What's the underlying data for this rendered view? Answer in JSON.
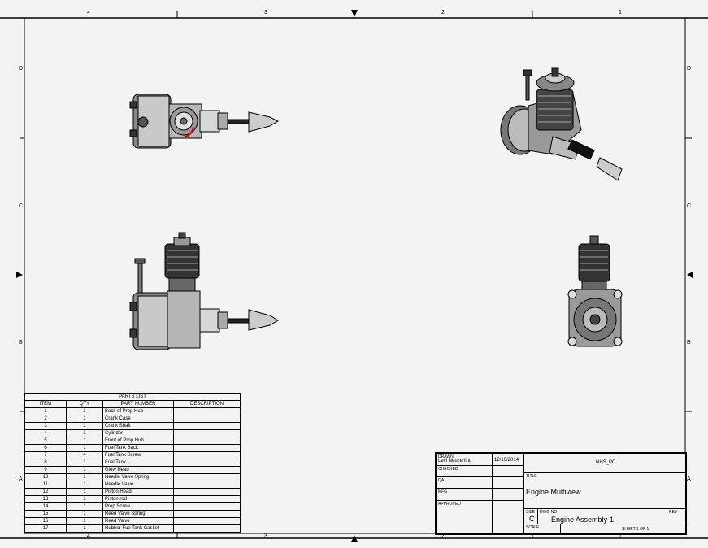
{
  "border": {
    "columns_top": [
      "4",
      "3",
      "2",
      "1"
    ],
    "columns_bottom": [
      "4",
      "3",
      "2",
      "1"
    ],
    "rows_left": [
      "D",
      "C",
      "B",
      "A"
    ],
    "rows_right": [
      "D",
      "C",
      "B",
      "A"
    ]
  },
  "views": [
    "top-view",
    "isometric-view",
    "front-view",
    "right-side-view"
  ],
  "parts_list": {
    "title": "PARTS LIST",
    "headers": [
      "ITEM",
      "QTY",
      "PART NUMBER",
      "DESCRIPTION"
    ],
    "rows": [
      {
        "item": "1",
        "qty": "1",
        "part": "Back of Prop Hub",
        "desc": ""
      },
      {
        "item": "2",
        "qty": "1",
        "part": "Crank Case",
        "desc": ""
      },
      {
        "item": "3",
        "qty": "1",
        "part": "Crank Shaft",
        "desc": ""
      },
      {
        "item": "4",
        "qty": "1",
        "part": "Cylinder",
        "desc": ""
      },
      {
        "item": "5",
        "qty": "1",
        "part": "Front of Prop Hub",
        "desc": ""
      },
      {
        "item": "6",
        "qty": "1",
        "part": "Fuel Tank Back",
        "desc": ""
      },
      {
        "item": "7",
        "qty": "4",
        "part": "Fuel Tank Screw",
        "desc": ""
      },
      {
        "item": "8",
        "qty": "1",
        "part": "Fuel Tank",
        "desc": ""
      },
      {
        "item": "9",
        "qty": "1",
        "part": "Glow Head",
        "desc": ""
      },
      {
        "item": "10",
        "qty": "1",
        "part": "Needle Valve Spring",
        "desc": ""
      },
      {
        "item": "11",
        "qty": "1",
        "part": "Needle Valve",
        "desc": ""
      },
      {
        "item": "12",
        "qty": "1",
        "part": "Piston Head",
        "desc": ""
      },
      {
        "item": "13",
        "qty": "1",
        "part": "Piston rod",
        "desc": ""
      },
      {
        "item": "14",
        "qty": "1",
        "part": "Prop Screw",
        "desc": ""
      },
      {
        "item": "15",
        "qty": "1",
        "part": "Reed Valve Spring",
        "desc": ""
      },
      {
        "item": "16",
        "qty": "1",
        "part": "Reed Valve",
        "desc": ""
      },
      {
        "item": "17",
        "qty": "1",
        "part": "Rubber Fue  Tank Gasket",
        "desc": ""
      }
    ]
  },
  "title_block": {
    "drawn_label": "DRAWN",
    "drawn_by": "Levi Neuzerling",
    "drawn_date": "12/10/2014",
    "company": "NHS_PC",
    "checked_label": "CHECKED",
    "qa_label": "QA",
    "mfg_label": "MFG",
    "approved_label": "APPROVED",
    "title_label": "TITLE",
    "title": "Engine Multiview",
    "size_label": "SIZE",
    "size": "C",
    "dwg_label": "DWG NO",
    "dwg_no": "Engine Assembly-1",
    "rev_label": "REV",
    "scale_label": "SCALE",
    "sheet": "SHEET 1  OF 1"
  }
}
